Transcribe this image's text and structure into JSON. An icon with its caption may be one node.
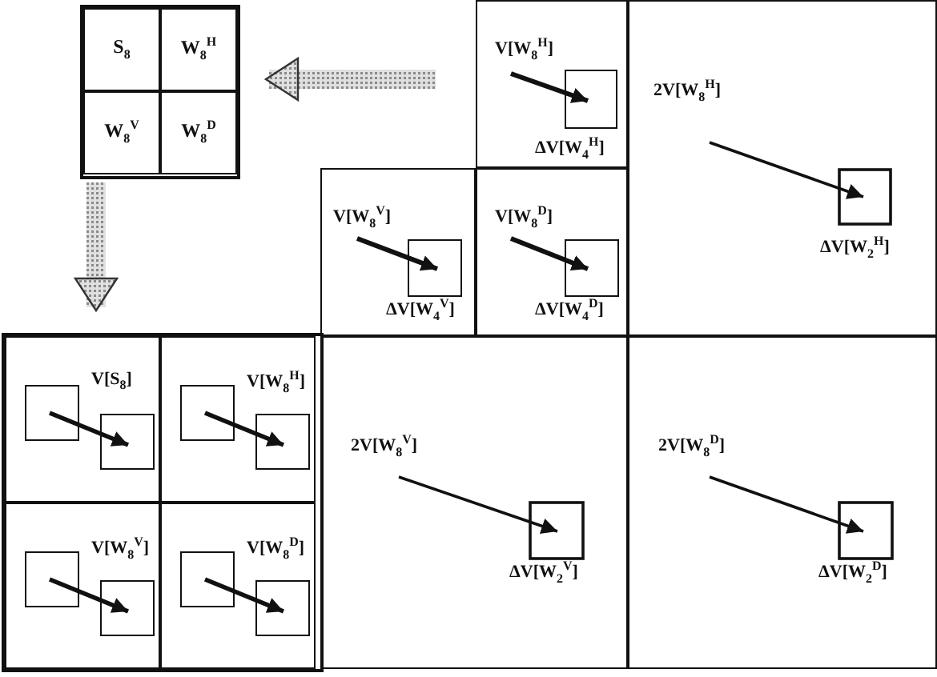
{
  "diagram": {
    "nodes": [
      {
        "text": [],
        "shape": "box"
      },
      {
        "text": [
          "S$_{8}$"
        ],
        "in": 0
      },
      {
        "text": [
          "W$_{8}$$^{H}$"
        ],
        "in": 0
      },
      {
        "text": [
          "W$_{8}$$^{V}$"
        ],
        "in": 0
      },
      {
        "text": [
          "W$_{8}$$^{D}$"
        ],
        "in": 0
      },
      {
        "text": [],
        "shape": "box"
      },
      {
        "text": [
          "V[S$_{8}$]"
        ],
        "in": 5
      },
      {
        "text": [
          "V[W$_{8}$$^{H}$]"
        ],
        "in": 5
      },
      {
        "text": [
          "V[W$_{8}$$^{V}$]"
        ],
        "in": 5
      },
      {
        "text": [
          "V[W$_{8}$$^{D}$]"
        ],
        "in": 5
      },
      {
        "text": [
          "V[W$_{8}$$^{H}$]",
          "ΔV[W$_{4}$$^{H}$]"
        ]
      },
      {
        "text": [
          "V[W$_{8}$$^{V}$]",
          "ΔV[W$_{4}$$^{V}$]"
        ]
      },
      {
        "text": [
          "V[W$_{8}$$^{D}$]",
          "ΔV[W$_{4}$$^{D}$]"
        ]
      },
      {
        "text": [
          "2V[W$_{8}$$^{H}$]",
          "ΔV[W$_{2}$$^{H}$]"
        ]
      },
      {
        "text": [
          "2V[W$_{8}$$^{V}$]",
          "ΔV[W$_{2}$$^{V}$]"
        ]
      },
      {
        "text": [
          "2V[W$_{8}$$^{D}$]",
          "ΔV[W$_{2}$$^{D}$]"
        ]
      }
    ],
    "edges": [
      {
        "from": null,
        "to": 0,
        "arrow": "to",
        "style": "thick"
      },
      {
        "from": 0,
        "to": 5,
        "arrow": "to",
        "style": "thick"
      }
    ]
  }
}
